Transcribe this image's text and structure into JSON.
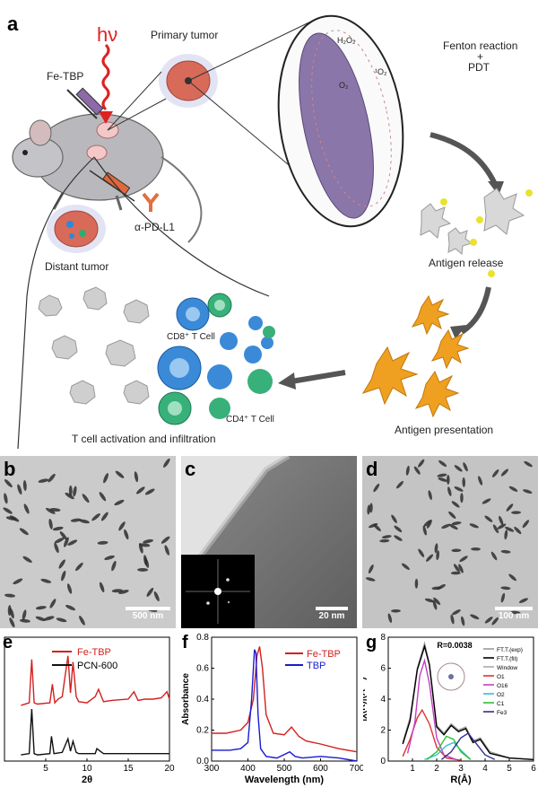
{
  "panel_a": {
    "letter": "a",
    "hv": "hν",
    "fe_tbp": "Fe-TBP",
    "primary_tumor": "Primary tumor",
    "fenton_line1": "Fenton reaction",
    "fenton_plus": "+",
    "fenton_line2": "PDT",
    "h2o2": "H₂O₂",
    "o2": "O₂",
    "o2b": "¹O₂",
    "antibody": "α-PD-L1",
    "distant_tumor": "Distant tumor",
    "antigen_release": "Antigen release",
    "cd8": "CD8⁺ T Cell",
    "cd4": "CD4⁺ T Cell",
    "antigen_presentation": "Antigen presentation",
    "tcell_activation": "T cell activation and infiltration"
  },
  "panel_b": {
    "letter": "b",
    "scale": "500 nm"
  },
  "panel_c": {
    "letter": "c",
    "scale": "20 nm"
  },
  "panel_d": {
    "letter": "d",
    "scale": "100 nm"
  },
  "colors": {
    "fe_tbp": "#d42020",
    "pcn600": "#111111",
    "tbp": "#1a1ad0"
  },
  "chart_data": [
    {
      "type": "line",
      "letter": "e",
      "xlabel": "2θ",
      "xlim": [
        0,
        20
      ],
      "xticks": [
        "5",
        "10",
        "15",
        "20"
      ],
      "series": [
        {
          "name": "Fe-TBP",
          "color": "#d42020",
          "x": [
            2,
            3,
            3.3,
            3.6,
            4,
            5.5,
            5.8,
            6.1,
            6.5,
            7,
            7.7,
            8,
            8.3,
            8.7,
            9,
            10,
            11,
            11.4,
            12,
            13,
            15,
            15.7,
            16.2,
            17,
            18,
            19,
            19.7,
            20
          ],
          "y": [
            0.45,
            0.47,
            0.82,
            0.47,
            0.46,
            0.47,
            0.62,
            0.47,
            0.5,
            0.52,
            0.85,
            0.55,
            0.8,
            0.52,
            0.48,
            0.47,
            0.52,
            0.58,
            0.48,
            0.49,
            0.5,
            0.56,
            0.49,
            0.5,
            0.5,
            0.51,
            0.56,
            0.5
          ]
        },
        {
          "name": "PCN-600",
          "color": "#111111",
          "x": [
            2,
            3,
            3.3,
            3.6,
            4,
            5.5,
            5.7,
            6,
            7,
            7.7,
            8,
            8.3,
            8.7,
            9,
            10,
            11,
            11.2,
            12,
            15,
            20
          ],
          "y": [
            0.05,
            0.06,
            0.42,
            0.06,
            0.05,
            0.06,
            0.2,
            0.06,
            0.07,
            0.18,
            0.08,
            0.16,
            0.07,
            0.06,
            0.06,
            0.06,
            0.1,
            0.06,
            0.06,
            0.06
          ]
        }
      ]
    },
    {
      "type": "line",
      "letter": "f",
      "xlabel": "Wavelength (nm)",
      "ylabel": "Absorbance",
      "xlim": [
        300,
        700
      ],
      "ylim": [
        0,
        0.8
      ],
      "xticks": [
        "300",
        "400",
        "500",
        "600",
        "700"
      ],
      "yticks": [
        "0.0",
        "0.2",
        "0.4",
        "0.6",
        "0.8"
      ],
      "series": [
        {
          "name": "Fe-TBP",
          "color": "#d42020",
          "x": [
            300,
            340,
            380,
            400,
            415,
            425,
            432,
            440,
            450,
            470,
            500,
            520,
            540,
            560,
            580,
            600,
            650,
            700
          ],
          "y": [
            0.18,
            0.18,
            0.2,
            0.25,
            0.4,
            0.68,
            0.74,
            0.6,
            0.3,
            0.18,
            0.17,
            0.22,
            0.16,
            0.13,
            0.12,
            0.11,
            0.08,
            0.06
          ]
        },
        {
          "name": "TBP",
          "color": "#1a1ad0",
          "x": [
            300,
            350,
            380,
            400,
            410,
            418,
            422,
            428,
            435,
            450,
            480,
            515,
            530,
            550,
            600,
            650,
            700
          ],
          "y": [
            0.07,
            0.07,
            0.08,
            0.12,
            0.4,
            0.72,
            0.7,
            0.3,
            0.08,
            0.03,
            0.02,
            0.06,
            0.03,
            0.02,
            0.03,
            0.02,
            0.0
          ]
        }
      ]
    },
    {
      "type": "line",
      "letter": "g",
      "xlabel": "R(Å)",
      "ylabel": "|χ(R)|(Å⁻⁴)",
      "xlim": [
        0,
        6
      ],
      "ylim": [
        0,
        8
      ],
      "xticks": [
        "1",
        "2",
        "3",
        "4",
        "5",
        "6"
      ],
      "yticks": [
        "0",
        "2",
        "4",
        "6",
        "8"
      ],
      "annotation": "R=0.0038",
      "series": [
        {
          "name": "FT.T.(exp)",
          "color": "#9a9a9a",
          "x": [
            0.6,
            0.9,
            1.2,
            1.5,
            1.7,
            2.0,
            2.3,
            2.6,
            2.9,
            3.2,
            3.5,
            3.8,
            4.2,
            5,
            6
          ],
          "y": [
            1.2,
            2.8,
            6,
            7.6,
            6.3,
            2.3,
            1.8,
            2.4,
            2.0,
            2.2,
            1.3,
            1.5,
            0.6,
            0.2,
            0.1
          ]
        },
        {
          "name": "FT.T.(fit)",
          "color": "#000000",
          "x": [
            0.6,
            0.9,
            1.2,
            1.5,
            1.7,
            2.0,
            2.3,
            2.6,
            2.9,
            3.2,
            3.5,
            3.8,
            4.2,
            5,
            6
          ],
          "y": [
            1.1,
            2.6,
            5.9,
            7.4,
            6.2,
            2.2,
            1.7,
            2.3,
            1.9,
            2.1,
            1.2,
            1.4,
            0.5,
            0.2,
            0.1
          ]
        },
        {
          "name": "Window",
          "color": "#aaaaaa",
          "x": [],
          "y": []
        },
        {
          "name": "O1",
          "color": "#e03030",
          "x": [
            0.6,
            0.9,
            1.2,
            1.4,
            1.7,
            2.0,
            2.4,
            3.0
          ],
          "y": [
            0.3,
            1.4,
            2.8,
            3.3,
            2.4,
            0.9,
            0.2,
            0.05
          ]
        },
        {
          "name": "O16",
          "color": "#c040c0",
          "x": [
            0.8,
            1.1,
            1.3,
            1.5,
            1.7,
            2.0,
            2.3,
            2.8
          ],
          "y": [
            0.5,
            2.5,
            5.5,
            6.5,
            5,
            1.5,
            0.4,
            0.1
          ]
        },
        {
          "name": "O2",
          "color": "#30c0e0",
          "x": [
            1.5,
            2.0,
            2.4,
            2.7,
            3.0,
            3.4
          ],
          "y": [
            0.1,
            0.4,
            1.0,
            1.2,
            0.7,
            0.1
          ]
        },
        {
          "name": "C1",
          "color": "#30c030",
          "x": [
            1.6,
            2.0,
            2.4,
            2.7,
            3.0,
            3.4
          ],
          "y": [
            0.1,
            0.6,
            1.6,
            1.4,
            0.6,
            0.1
          ]
        },
        {
          "name": "Fe3",
          "color": "#303090",
          "x": [
            2.2,
            2.6,
            3.0,
            3.3,
            3.6,
            4.0,
            4.4
          ],
          "y": [
            0.1,
            0.6,
            1.5,
            1.8,
            1.2,
            0.4,
            0.1
          ]
        }
      ]
    }
  ]
}
